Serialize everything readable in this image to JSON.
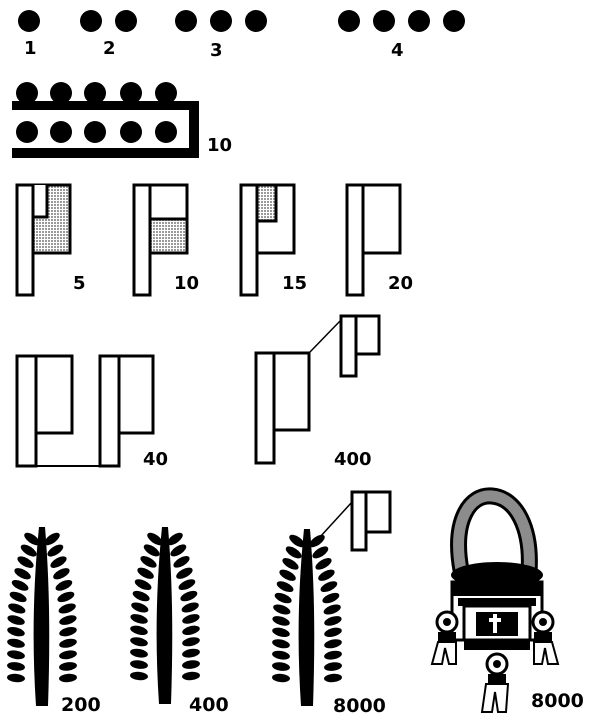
{
  "labels": {
    "dots_one": "1",
    "dots_two": "2",
    "dots_three": "3",
    "dots_four": "4",
    "bar_ten": "10",
    "flag_five": "5",
    "flag_ten": "10",
    "flag_fifteen": "15",
    "flag_twenty": "20",
    "flags_forty": "40",
    "flags_four_hundred": "400",
    "feather_two_hundred": "200",
    "feather_four_hundred": "400",
    "feather_eight_thousand": "8000",
    "bag_eight_thousand": "8000"
  },
  "flag_shading": {
    "five": 0.75,
    "ten": 0.5,
    "fifteen": 0.25,
    "twenty": 0
  },
  "colors": {
    "ink": "#000000",
    "shade": "#b8b8b8",
    "strap": "#8c8c8c",
    "paper": "#ffffff"
  }
}
